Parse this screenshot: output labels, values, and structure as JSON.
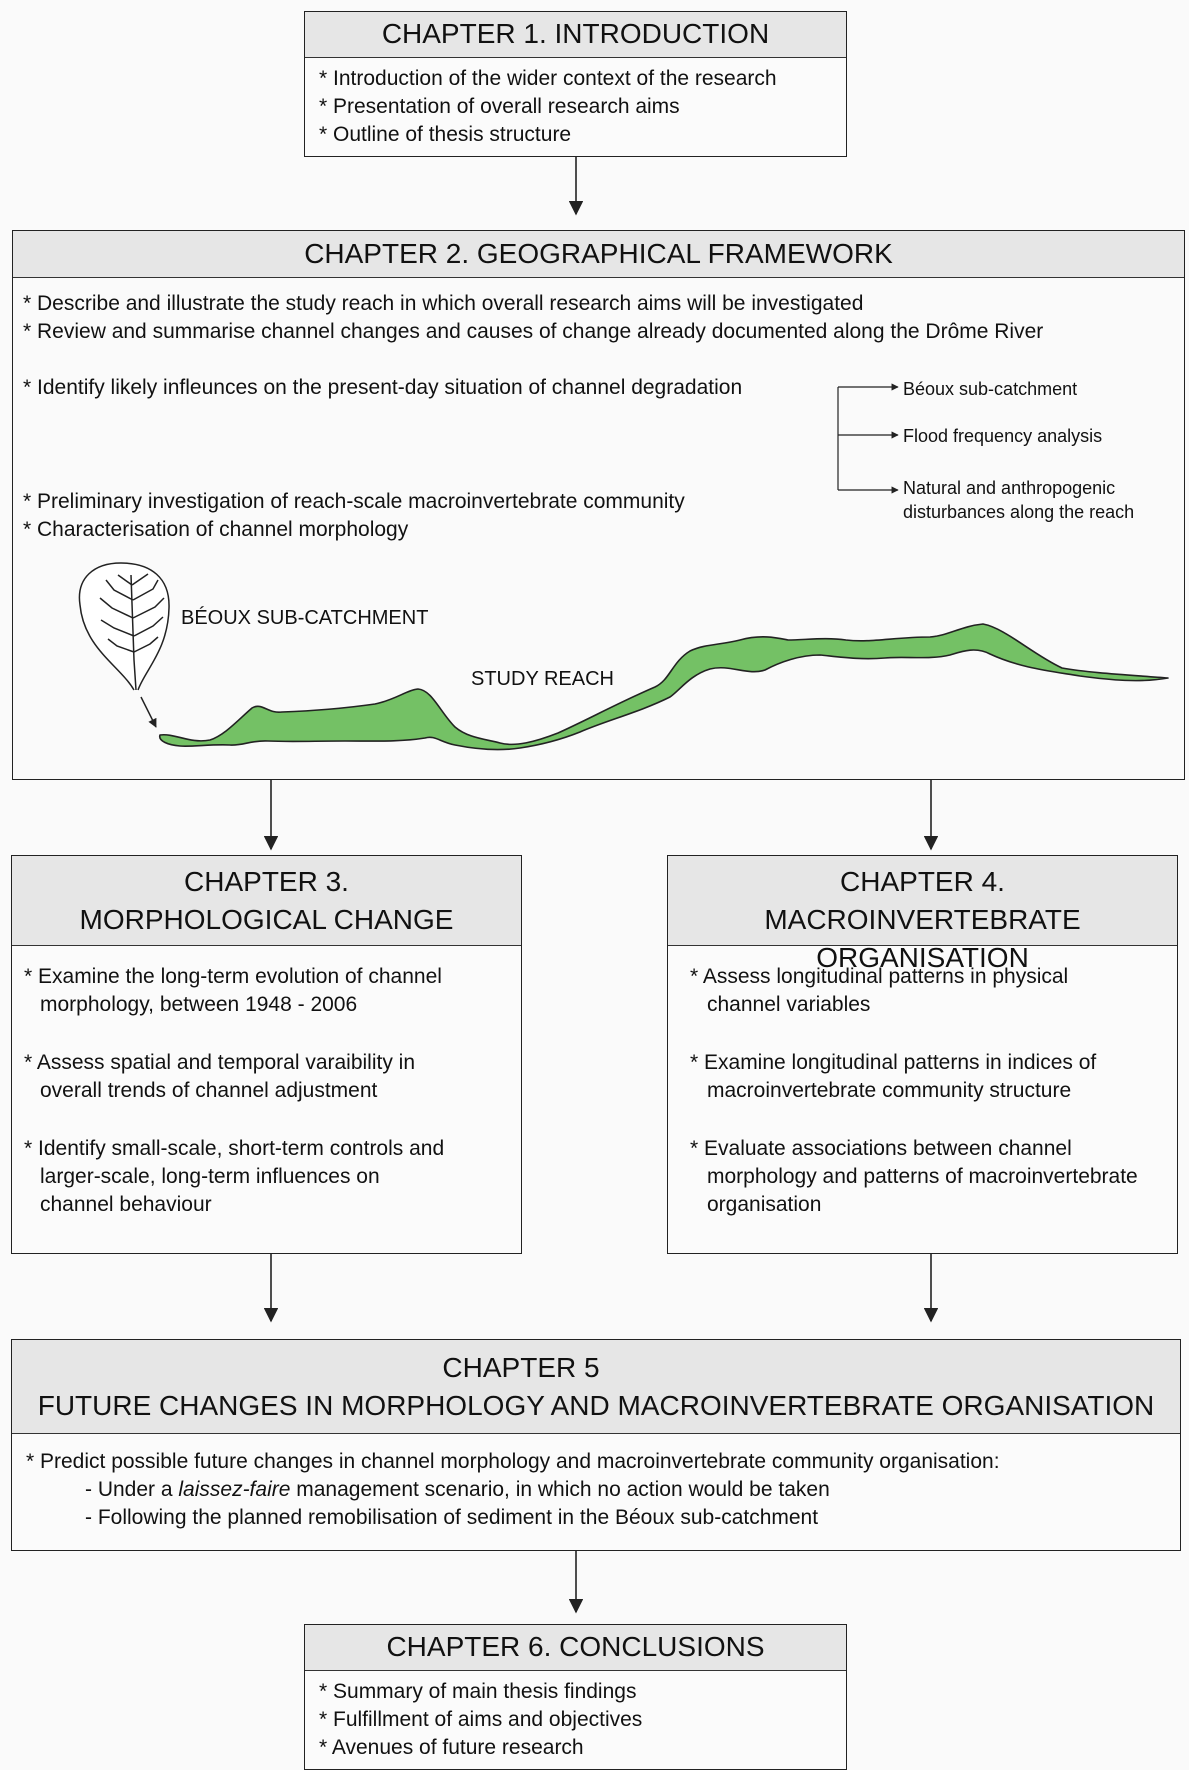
{
  "ch1": {
    "title": "CHAPTER 1.  INTRODUCTION",
    "items": [
      "* Introduction of the wider context of the research",
      "* Presentation of overall research aims",
      "* Outline of thesis structure"
    ]
  },
  "ch2": {
    "title": "CHAPTER 2.  GEOGRAPHICAL FRAMEWORK",
    "items": [
      "* Describe and illustrate the study reach in which overall research aims will be investigated",
      "* Review and summarise channel changes and causes of change already documented along the Drôme River",
      "* Identify likely infleunces on the present-day situation of channel degradation",
      "* Preliminary investigation of reach-scale macroinvertebrate community",
      "* Characterisation of channel morphology"
    ],
    "influences": [
      "Béoux sub-catchment",
      "Flood frequency analysis",
      "Natural and anthropogenic",
      "disturbances along the reach"
    ],
    "map_labels": {
      "catchment": "BÉOUX SUB-CATCHMENT",
      "reach": "STUDY REACH"
    }
  },
  "ch3": {
    "title_line1": "CHAPTER 3.",
    "title_line2": "MORPHOLOGICAL CHANGE",
    "lines": [
      "* Examine the long-term evolution of channel",
      "morphology, between 1948 - 2006",
      "* Assess spatial and temporal varaibility in",
      "overall trends of channel adjustment",
      "* Identify small-scale, short-term controls and",
      "larger-scale, long-term influences on",
      "channel behaviour"
    ]
  },
  "ch4": {
    "title_line1": "CHAPTER 4.",
    "title_line2": "MACROINVERTEBRATE ORGANISATION",
    "lines": [
      "* Assess longitudinal patterns in physical",
      "channel variables",
      "* Examine longitudinal patterns in indices of",
      "macroinvertebrate community structure",
      "* Evaluate associations between channel",
      "morphology and patterns of macroinvertebrate",
      "organisation"
    ]
  },
  "ch5": {
    "title_line1": "CHAPTER 5",
    "title_line2": "FUTURE CHANGES IN MORPHOLOGY AND MACROINVERTEBRATE ORGANISATION",
    "intro": "* Predict possible future changes in channel morphology and macroinvertebrate community organisation:",
    "sub1_pre": "- Under a ",
    "sub1_em": "laissez-faire",
    "sub1_post": " management scenario, in which no action would be taken",
    "sub2": "- Following the planned remobilisation of sediment in the Béoux sub-catchment"
  },
  "ch6": {
    "title": "CHAPTER 6.  CONCLUSIONS",
    "items": [
      "* Summary of main thesis findings",
      "* Fulfillment of aims and objectives",
      "* Avenues of future research"
    ]
  },
  "colors": {
    "river_fill": "#74c165",
    "header_bg": "#e6e6e6",
    "line": "#222222"
  }
}
